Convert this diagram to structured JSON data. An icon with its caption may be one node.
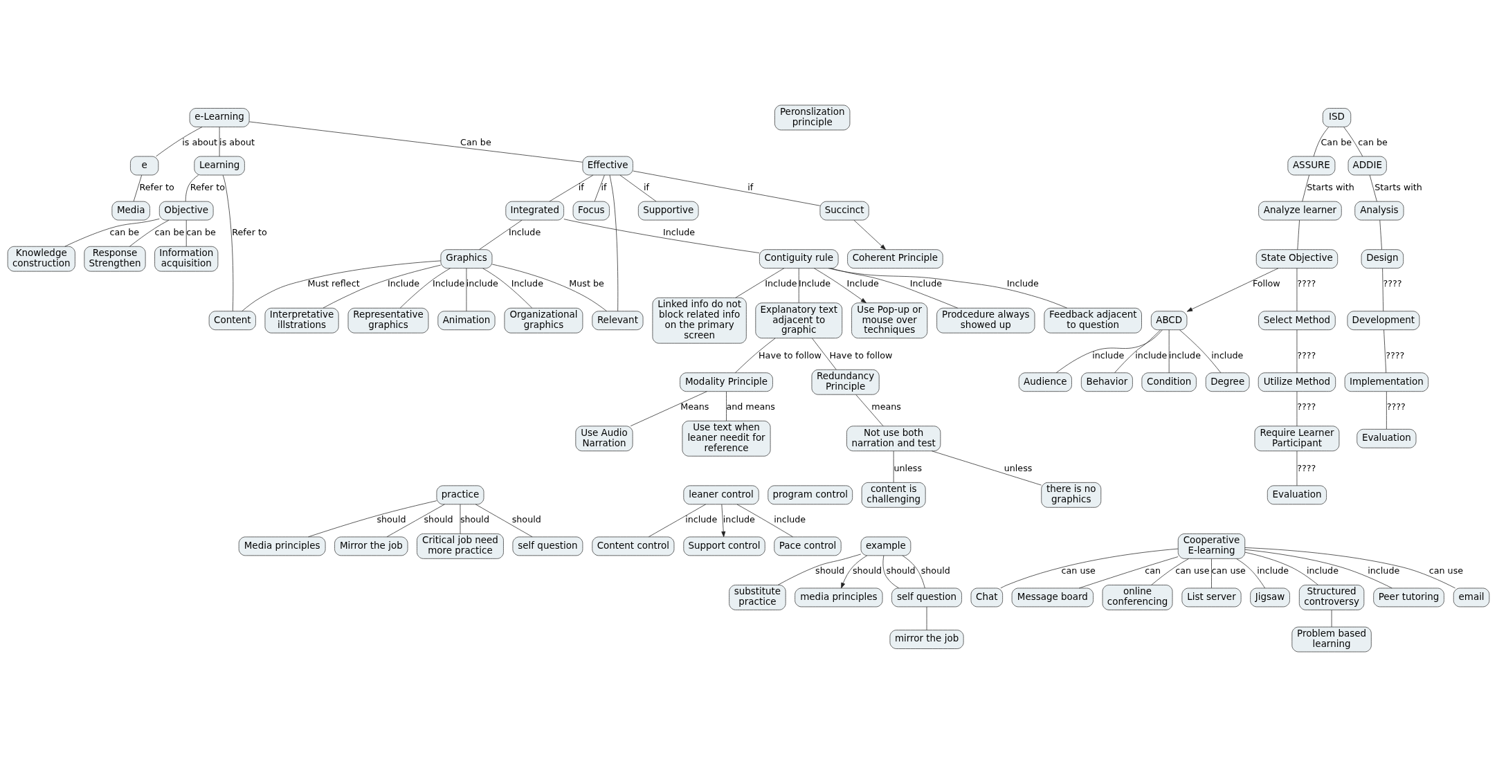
{
  "diagram": {
    "nodes": [
      {
        "text": [
          "e-Learning"
        ]
      },
      {
        "text": [
          "Learning"
        ]
      },
      {
        "text": [
          "e"
        ]
      },
      {
        "text": [
          "Effective"
        ]
      },
      {
        "text": [
          "Objective"
        ]
      },
      {
        "text": [
          "Media"
        ]
      },
      {
        "text": [
          "Succinct"
        ]
      },
      {
        "text": [
          "Coherent Principle"
        ]
      },
      {
        "text": [
          "Peronslization principle"
        ]
      },
      {
        "text": [
          "Integrated"
        ]
      },
      {
        "text": [
          "Focus"
        ]
      },
      {
        "text": [
          "Supportive"
        ]
      },
      {
        "text": [
          "Information acquisition"
        ]
      },
      {
        "text": [
          "Knowledge construction"
        ]
      },
      {
        "text": [
          "Response Strengthen"
        ]
      },
      {
        "text": [
          "Graphics"
        ]
      },
      {
        "text": [
          "Contiguity rule"
        ]
      },
      {
        "text": [
          "Content"
        ]
      },
      {
        "text": [
          "Relevant"
        ]
      },
      {
        "text": [
          "Interpretative illstrations"
        ]
      },
      {
        "text": [
          "Representative graphics"
        ]
      },
      {
        "text": [
          "Animation"
        ]
      },
      {
        "text": [
          "Organizational graphics"
        ]
      },
      {
        "text": [
          "Linked info do not block related info on the primary screen"
        ]
      },
      {
        "text": [
          "Explanatory text adjacent to graphic"
        ]
      },
      {
        "text": [
          "Use Pop-up or mouse over techniques"
        ]
      },
      {
        "text": [
          "Prodcedure always showed up"
        ]
      },
      {
        "text": [
          "Feedback adjacent to question"
        ]
      },
      {
        "text": [
          "Modality Principle"
        ]
      },
      {
        "text": [
          "Redundancy Principle"
        ]
      },
      {
        "text": [
          "Use Audio Narration"
        ]
      },
      {
        "text": [
          "Use text when leaner needit for reference"
        ]
      },
      {
        "text": [
          "Not use both narration and test"
        ]
      },
      {
        "text": [
          "content is challenging"
        ]
      },
      {
        "text": [
          "there is no graphics"
        ]
      },
      {
        "text": [
          "practice"
        ]
      },
      {
        "text": [
          "Mirror the job"
        ]
      },
      {
        "text": [
          "Critical job need more practice"
        ]
      },
      {
        "text": [
          "self question"
        ]
      },
      {
        "text": [
          "Media principles"
        ]
      },
      {
        "text": [
          "example"
        ]
      },
      {
        "text": [
          "substitute practice"
        ]
      },
      {
        "text": [
          "media principles"
        ]
      },
      {
        "text": [
          "self question"
        ]
      },
      {
        "text": [
          "mirror the job"
        ]
      },
      {
        "text": [
          "ISD"
        ]
      },
      {
        "text": [
          "ASSURE"
        ]
      },
      {
        "text": [
          "ADDIE"
        ]
      },
      {
        "text": [
          "Analyze learner"
        ]
      },
      {
        "text": [
          "Analysis"
        ]
      },
      {
        "text": [
          "ABCD"
        ]
      },
      {
        "text": [
          "Audience"
        ]
      },
      {
        "text": [
          "Behavior"
        ]
      },
      {
        "text": [
          "Condition"
        ]
      },
      {
        "text": [
          "Degree"
        ]
      },
      {
        "text": [
          "State Objective"
        ]
      },
      {
        "text": [
          "Design"
        ]
      },
      {
        "text": [
          "Select Method"
        ]
      },
      {
        "text": [
          "Development"
        ]
      },
      {
        "text": [
          "Utilize Method"
        ]
      },
      {
        "text": [
          "Implementation"
        ]
      },
      {
        "text": [
          "Require Learner Participant"
        ]
      },
      {
        "text": [
          "Evaluation"
        ]
      },
      {
        "text": [
          "Evaluation"
        ]
      },
      {
        "text": [
          "Cooperative E-learning"
        ]
      },
      {
        "text": [
          "Jigsaw"
        ]
      },
      {
        "text": [
          "Structured controversy"
        ]
      },
      {
        "text": [
          "Problem based learning"
        ]
      },
      {
        "text": [
          "Peer tutoring"
        ]
      },
      {
        "text": [
          "email"
        ]
      },
      {
        "text": [
          "Chat"
        ]
      },
      {
        "text": [
          "Message board"
        ]
      },
      {
        "text": [
          "online conferencing"
        ]
      },
      {
        "text": [
          "List server"
        ]
      },
      {
        "text": [
          "program control"
        ]
      },
      {
        "text": [
          "leaner control"
        ]
      },
      {
        "text": [
          "Support control"
        ]
      },
      {
        "text": [
          "Pace control"
        ]
      },
      {
        "text": [
          "Content control"
        ]
      }
    ],
    "edges": [
      {
        "from": 0,
        "to": 1,
        "label": "is about",
        "arrow": "none"
      },
      {
        "from": 0,
        "to": 2,
        "label": "is about",
        "arrow": "none"
      },
      {
        "from": 0,
        "to": 3,
        "label": "Can be",
        "arrow": "none"
      },
      {
        "from": 1,
        "to": 4,
        "label": "Refer to",
        "arrow": "none"
      },
      {
        "from": 1,
        "to": 17,
        "label": "Refer to",
        "arrow": "none"
      },
      {
        "from": 2,
        "to": 5,
        "label": "Refer to",
        "arrow": "none"
      },
      {
        "from": 4,
        "to": 12,
        "label": "can be",
        "arrow": "none"
      },
      {
        "from": 4,
        "to": 13,
        "label": "can be",
        "arrow": "none"
      },
      {
        "from": 4,
        "to": 14,
        "label": "can be",
        "arrow": "none"
      },
      {
        "from": 3,
        "to": 6,
        "label": "if",
        "arrow": "none"
      },
      {
        "from": 3,
        "to": 18,
        "arrow": "none"
      },
      {
        "from": 6,
        "to": 7,
        "arrow": "to"
      },
      {
        "from": 3,
        "to": 9,
        "label": "if",
        "arrow": "none"
      },
      {
        "from": 3,
        "to": 10,
        "label": "if",
        "arrow": "none"
      },
      {
        "from": 3,
        "to": 11,
        "label": "if",
        "arrow": "none"
      },
      {
        "from": 9,
        "to": 15,
        "label": "Include",
        "arrow": "none"
      },
      {
        "from": 9,
        "to": 16,
        "label": "Include",
        "arrow": "none"
      },
      {
        "from": 15,
        "to": 17,
        "label": "Must reflect",
        "arrow": "none"
      },
      {
        "from": 15,
        "to": 18,
        "label": "Must be",
        "arrow": "none"
      },
      {
        "from": 15,
        "to": 19,
        "label": "Include",
        "arrow": "none"
      },
      {
        "from": 15,
        "to": 20,
        "label": "Include",
        "arrow": "none"
      },
      {
        "from": 15,
        "to": 21,
        "label": "include",
        "arrow": "none"
      },
      {
        "from": 15,
        "to": 22,
        "label": "Include",
        "arrow": "none"
      },
      {
        "from": 16,
        "to": 23,
        "label": "Include",
        "arrow": "none"
      },
      {
        "from": 16,
        "to": 24,
        "label": "Include",
        "arrow": "none"
      },
      {
        "from": 16,
        "to": 25,
        "label": "Include",
        "arrow": "to"
      },
      {
        "from": 16,
        "to": 26,
        "label": "Include",
        "arrow": "none"
      },
      {
        "from": 16,
        "to": 27,
        "label": "Include",
        "arrow": "none"
      },
      {
        "from": 24,
        "to": 28,
        "label": "Have to follow",
        "arrow": "none"
      },
      {
        "from": 24,
        "to": 29,
        "label": "Have to follow",
        "arrow": "none"
      },
      {
        "from": 28,
        "to": 30,
        "label": "Means",
        "arrow": "none"
      },
      {
        "from": 28,
        "to": 31,
        "label": "and means",
        "arrow": "none"
      },
      {
        "from": 29,
        "to": 32,
        "label": "means",
        "arrow": "none"
      },
      {
        "from": 32,
        "to": 33,
        "label": "unless",
        "arrow": "none"
      },
      {
        "from": 32,
        "to": 34,
        "label": "unless",
        "arrow": "none"
      },
      {
        "from": 35,
        "to": 36,
        "label": "should",
        "arrow": "none"
      },
      {
        "from": 35,
        "to": 37,
        "label": "should",
        "arrow": "none"
      },
      {
        "from": 35,
        "to": 38,
        "label": "should",
        "arrow": "none"
      },
      {
        "from": 35,
        "to": 39,
        "label": "should",
        "arrow": "none"
      },
      {
        "from": 40,
        "to": 41,
        "label": "should",
        "arrow": "none"
      },
      {
        "from": 40,
        "to": 42,
        "label": "should",
        "arrow": "to"
      },
      {
        "from": 40,
        "to": 43,
        "label": "should",
        "arrow": "none"
      },
      {
        "from": 40,
        "to": 43,
        "label": "should",
        "arrow": "none"
      },
      {
        "from": 43,
        "to": 44,
        "arrow": "none"
      },
      {
        "from": 45,
        "to": 46,
        "label": "Can be",
        "arrow": "none"
      },
      {
        "from": 45,
        "to": 47,
        "label": "can be",
        "arrow": "none"
      },
      {
        "from": 46,
        "to": 48,
        "label": "Starts with",
        "arrow": "none"
      },
      {
        "from": 47,
        "to": 49,
        "label": "Starts with",
        "arrow": "none"
      },
      {
        "from": 48,
        "to": 55,
        "arrow": "none"
      },
      {
        "from": 49,
        "to": 56,
        "arrow": "none"
      },
      {
        "from": 55,
        "to": 50,
        "label": "Follow",
        "arrow": "to"
      },
      {
        "from": 50,
        "to": 51,
        "label": "include",
        "arrow": "none"
      },
      {
        "from": 50,
        "to": 52,
        "label": "include",
        "arrow": "none"
      },
      {
        "from": 50,
        "to": 53,
        "label": "include",
        "arrow": "none"
      },
      {
        "from": 50,
        "to": 54,
        "label": "include",
        "arrow": "none"
      },
      {
        "from": 55,
        "to": 57,
        "label": "????",
        "arrow": "none"
      },
      {
        "from": 56,
        "to": 58,
        "label": "????",
        "arrow": "none"
      },
      {
        "from": 57,
        "to": 59,
        "label": "????",
        "arrow": "none"
      },
      {
        "from": 58,
        "to": 60,
        "label": "????",
        "arrow": "none"
      },
      {
        "from": 59,
        "to": 61,
        "label": "????",
        "arrow": "none"
      },
      {
        "from": 60,
        "to": 62,
        "label": "????",
        "arrow": "none"
      },
      {
        "from": 61,
        "to": 63,
        "label": "????",
        "arrow": "none"
      },
      {
        "from": 64,
        "to": 65,
        "label": "include",
        "arrow": "none"
      },
      {
        "from": 64,
        "to": 66,
        "label": "include",
        "arrow": "none"
      },
      {
        "from": 66,
        "to": 67,
        "arrow": "none"
      },
      {
        "from": 64,
        "to": 68,
        "label": "include",
        "arrow": "none"
      },
      {
        "from": 64,
        "to": 69,
        "label": "can use",
        "arrow": "none"
      },
      {
        "from": 64,
        "to": 70,
        "label": "can use",
        "arrow": "none"
      },
      {
        "from": 64,
        "to": 71,
        "label": "can",
        "arrow": "none"
      },
      {
        "from": 64,
        "to": 72,
        "label": "can use",
        "arrow": "none"
      },
      {
        "from": 64,
        "to": 73,
        "label": "can use",
        "arrow": "none"
      },
      {
        "from": 75,
        "to": 76,
        "label": "include",
        "arrow": "to"
      },
      {
        "from": 75,
        "to": 77,
        "label": "include",
        "arrow": "none"
      },
      {
        "from": 75,
        "to": 78,
        "label": "include",
        "arrow": "none"
      }
    ]
  }
}
